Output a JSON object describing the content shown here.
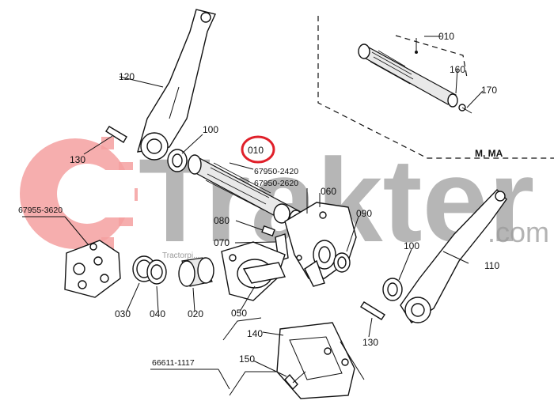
{
  "diagram": {
    "labels": {
      "p010_top": "010",
      "p160": "160",
      "p170": "170",
      "model_tag": "M, MA",
      "p120": "120",
      "p130_left": "130",
      "p100_left": "100",
      "p010_circled": "010",
      "part_67950_2420": "67950-2420",
      "part_67950_2620": "67950-2620",
      "p060": "060",
      "p080": "080",
      "p090": "090",
      "p070": "070",
      "part_67955_3620": "67955-3620",
      "p100_right": "100",
      "p110": "110",
      "p030": "030",
      "p040": "040",
      "p020": "020",
      "p050": "050",
      "p130_right": "130",
      "p140": "140",
      "part_66611_1117": "66611-1117",
      "p150": "150"
    },
    "highlight_color": "#e0202a"
  },
  "watermark": {
    "brand": "Trakter",
    "domain": ".com",
    "tagline": "Tractorpi...",
    "logo_color": "#f4a0a0",
    "text_color": "#9a9a9a"
  }
}
